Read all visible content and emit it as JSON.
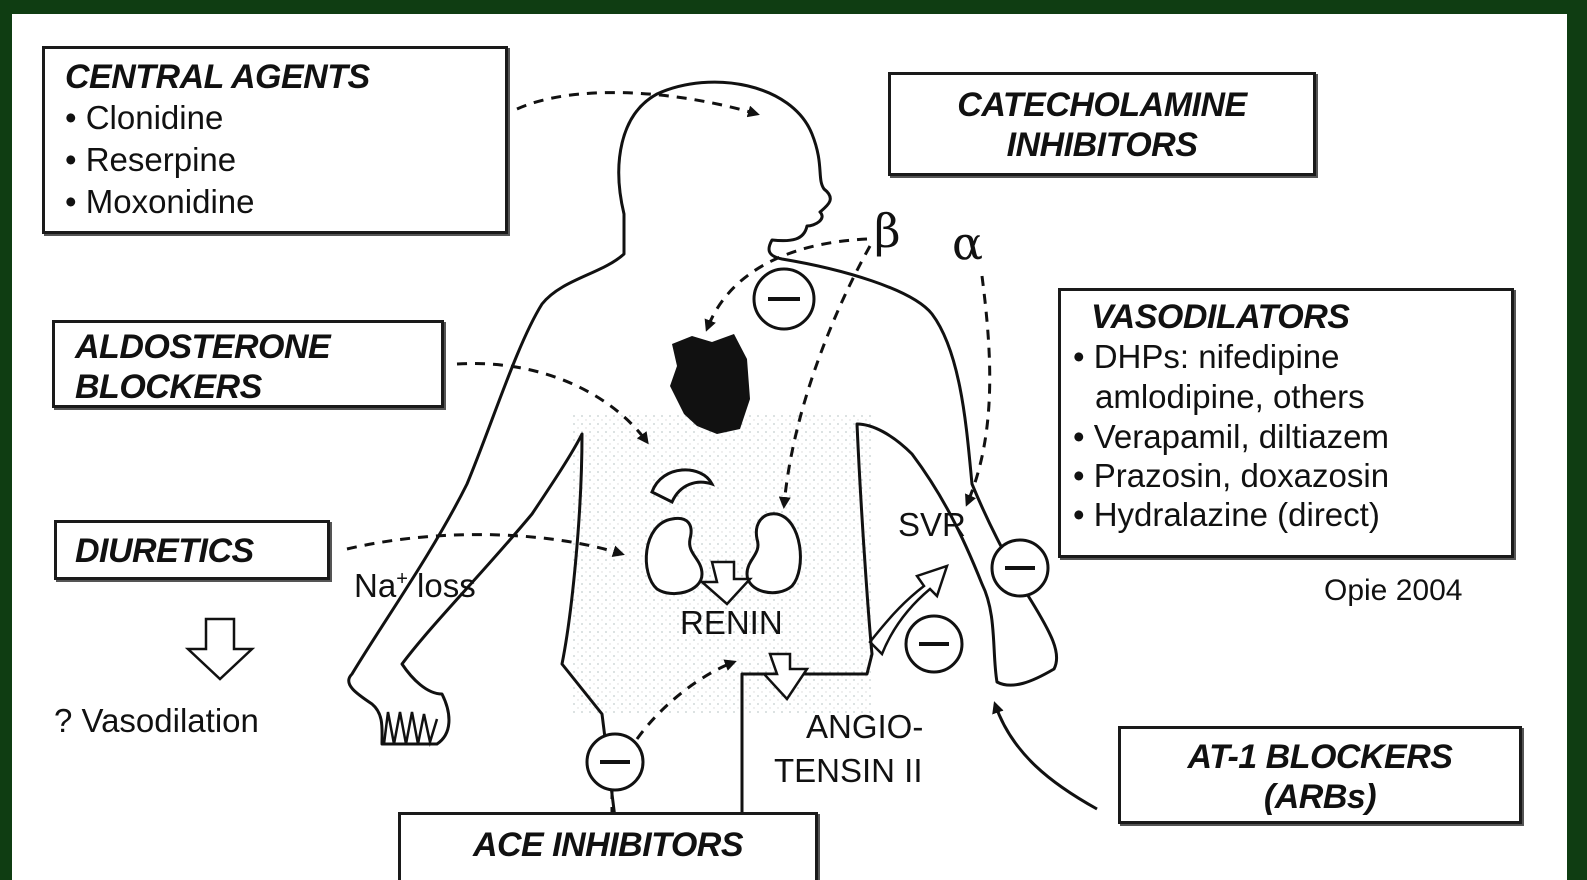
{
  "central_agents": {
    "title": "CENTRAL AGENTS",
    "items": [
      "• Clonidine",
      "• Reserpine",
      "• Moxonidine"
    ]
  },
  "catecholamine_inhibitors": {
    "line1": "CATECHOLAMINE",
    "line2": "INHIBITORS"
  },
  "aldosterone_blockers": {
    "line1": "ALDOSTERONE",
    "line2": "BLOCKERS"
  },
  "diuretics": {
    "title": "DIURETICS"
  },
  "vasodilators": {
    "title": "VASODILATORS",
    "items": [
      "• DHPs: nifedipine",
      "amlodipine, others",
      "• Verapamil, diltiazem",
      "• Prazosin, doxazosin",
      "• Hydralazine (direct)"
    ]
  },
  "at1_blockers": {
    "line1": "AT-1 BLOCKERS",
    "line2": "(ARBs)"
  },
  "ace_inhibitors": {
    "title": "ACE INHIBITORS"
  },
  "labels": {
    "beta": "β",
    "alpha": "α",
    "svr": "SVR",
    "na_loss_prefix": "Na",
    "na_loss_sup": "+",
    "na_loss_suffix": " loss",
    "renin": "RENIN",
    "angiotensin_line1": "ANGIO-",
    "angiotensin_line2": "TENSIN II",
    "vasodilation": "? Vasodilation",
    "credit": "Opie 2004"
  },
  "colors": {
    "frame": "#0f3d12",
    "ink": "#111111"
  }
}
